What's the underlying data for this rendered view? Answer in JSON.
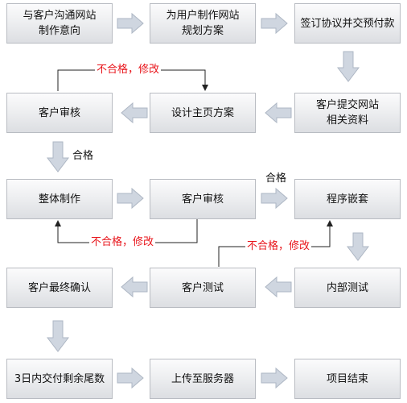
{
  "diagram": {
    "steps": {
      "communicate": "与客户沟通网站\n制作意向",
      "plan": "为用户制作网站\n规划方案",
      "sign": "签订协议并交预付款",
      "submit": "客户提交网站\n相关资料",
      "design": "设计主页方案",
      "review1": "客户审核",
      "build": "整体制作",
      "review2": "客户审核",
      "program": "程序嵌套",
      "internal_test": "内部测试",
      "client_test": "客户测试",
      "final_confirm": "客户最终确认",
      "balance": "3日内交付剩余尾数",
      "upload": "上传至服务器",
      "end": "项目结束"
    },
    "labels": {
      "fail_review1": "不合格，修改",
      "pass_review1": "合格",
      "pass_review2": "合格",
      "fail_review2": "不合格，修改",
      "fail_test": "不合格，修改"
    },
    "colors": {
      "arrow_fill": "#cfd6e0",
      "arrow_stroke": "#aeb7c4",
      "line": "#222222",
      "fail_text": "#e8151b"
    }
  }
}
